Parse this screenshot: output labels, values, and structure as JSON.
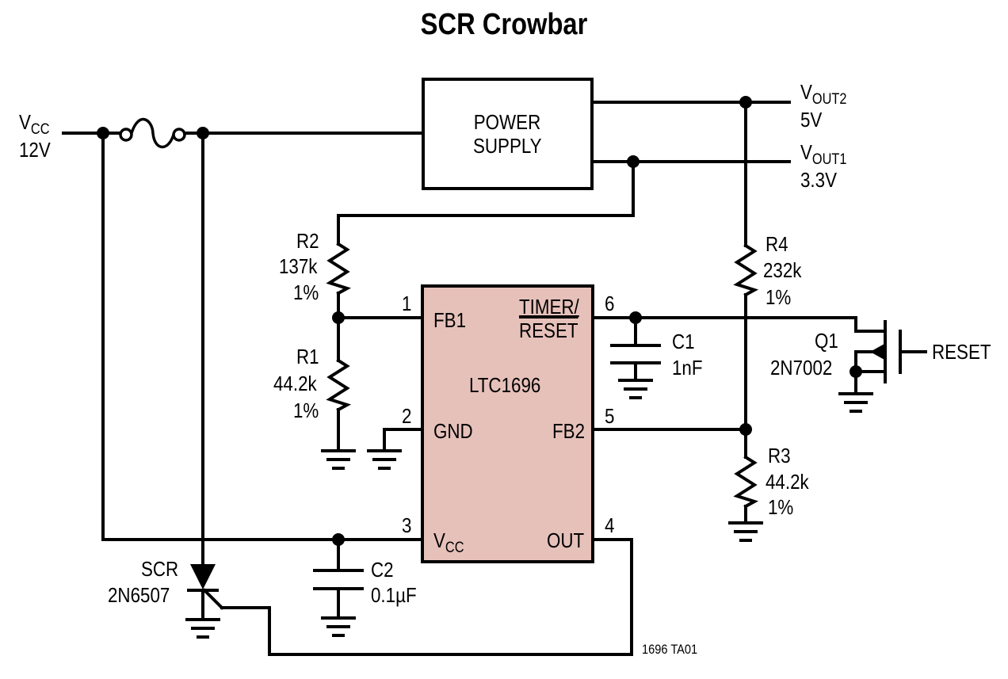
{
  "title": "SCR Crowbar",
  "vcc_input": {
    "name": "V",
    "sub": "CC",
    "value": "12V"
  },
  "power_supply": {
    "line1": "POWER",
    "line2": "SUPPLY"
  },
  "vout2": {
    "name": "V",
    "sub": "OUT2",
    "value": "5V"
  },
  "vout1": {
    "name": "V",
    "sub": "OUT1",
    "value": "3.3V"
  },
  "ic": {
    "name": "LTC1696",
    "pins": {
      "p1": {
        "num": "1",
        "label": "FB1"
      },
      "p2": {
        "num": "2",
        "label": "GND"
      },
      "p3": {
        "num": "3",
        "label": "V",
        "sub": "CC"
      },
      "p4": {
        "num": "4",
        "label": "OUT"
      },
      "p5": {
        "num": "5",
        "label": "FB2"
      },
      "p6": {
        "num": "6",
        "label_top": "TIMER/",
        "label_bottom": "RESET"
      }
    }
  },
  "r2": {
    "ref": "R2",
    "value": "137k",
    "tol": "1%"
  },
  "r1": {
    "ref": "R1",
    "value": "44.2k",
    "tol": "1%"
  },
  "r4": {
    "ref": "R4",
    "value": "232k",
    "tol": "1%"
  },
  "r3": {
    "ref": "R3",
    "value": "44.2k",
    "tol": "1%"
  },
  "c1": {
    "ref": "C1",
    "value": "1nF"
  },
  "c2": {
    "ref": "C2",
    "value": "0.1µF"
  },
  "q1": {
    "ref": "Q1",
    "part": "2N7002"
  },
  "reset_out": "RESET",
  "scr": {
    "ref": "SCR",
    "part": "2N6507"
  },
  "figure_id": "1696 TA01"
}
